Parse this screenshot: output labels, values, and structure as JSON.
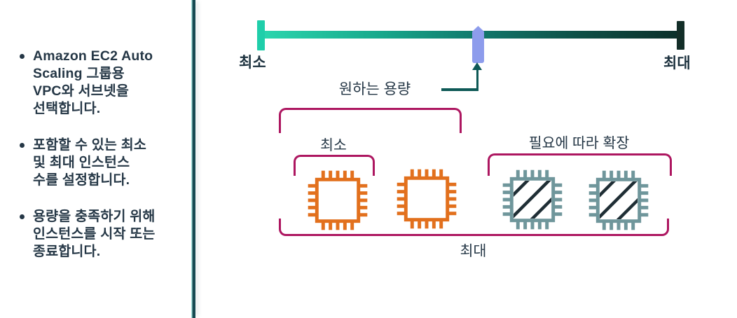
{
  "sidebar": {
    "bullets": [
      {
        "text": "Amazon EC2 Auto\nScaling 그룹용\nVPC와 서브넷을\n선택합니다."
      },
      {
        "text": "포함할 수 있는 최소\n및 최대 인스턴스\n수를 설정합니다."
      },
      {
        "text": "용량을 충족하기 위해\n인스턴스를 시작 또는\n종료합니다."
      }
    ]
  },
  "diagram": {
    "capacity_bar": {
      "min_label": "최소",
      "max_label": "최대",
      "desired_capacity_label": "원하는 용량"
    },
    "groups": {
      "min_bracket_label": "최소",
      "scale_bracket_label": "필요에 따라 확장",
      "max_bracket_label": "최대"
    },
    "instances": {
      "running_count": 2,
      "scalable_count": 2
    },
    "icons": {
      "running_instance": "cpu-chip-icon",
      "scalable_instance": "cpu-chip-hatched-icon",
      "pointer": "arrow-up-icon",
      "handle": "slider-handle"
    }
  },
  "colors": {
    "text": "#253746",
    "bracket_magenta": "#ad1660",
    "chip_orange": "#e2701d",
    "chip_gray_teal": "#6f969b",
    "hatch_dark": "#1f2e35",
    "slider_periwinkle": "#8d9cec",
    "arrow_teal": "#0e5956",
    "divider_teal": "#174a52",
    "bar_gradient_start": "#2bd6ae",
    "bar_gradient_end": "#0c2f2a"
  }
}
